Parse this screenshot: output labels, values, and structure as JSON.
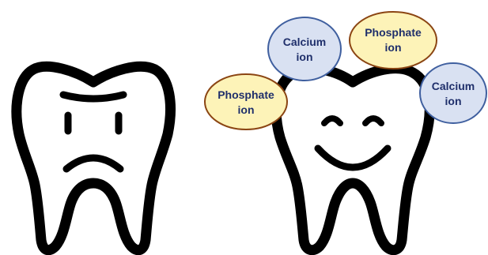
{
  "diagram": {
    "teeth": [
      {
        "name": "sad-tooth",
        "expression": "frown"
      },
      {
        "name": "happy-tooth",
        "expression": "smile"
      }
    ],
    "ions": [
      {
        "id": "ion-phosphate-left",
        "kind": "phosphate",
        "line1": "Phosphate",
        "line2": "ion"
      },
      {
        "id": "ion-calcium-top",
        "kind": "calcium",
        "line1": "Calcium",
        "line2": "ion"
      },
      {
        "id": "ion-phosphate-top",
        "kind": "phosphate",
        "line1": "Phosphate",
        "line2": "ion"
      },
      {
        "id": "ion-calcium-right",
        "kind": "calcium",
        "line1": "Calcium",
        "line2": "ion"
      }
    ]
  },
  "colors": {
    "tooth_outline": "#000000",
    "phosphate_fill": "#fdf3b8",
    "phosphate_border": "#8b4513",
    "calcium_fill": "#d9e1f2",
    "calcium_border": "#3f5f9f",
    "label_text": "#1f2f6b"
  }
}
